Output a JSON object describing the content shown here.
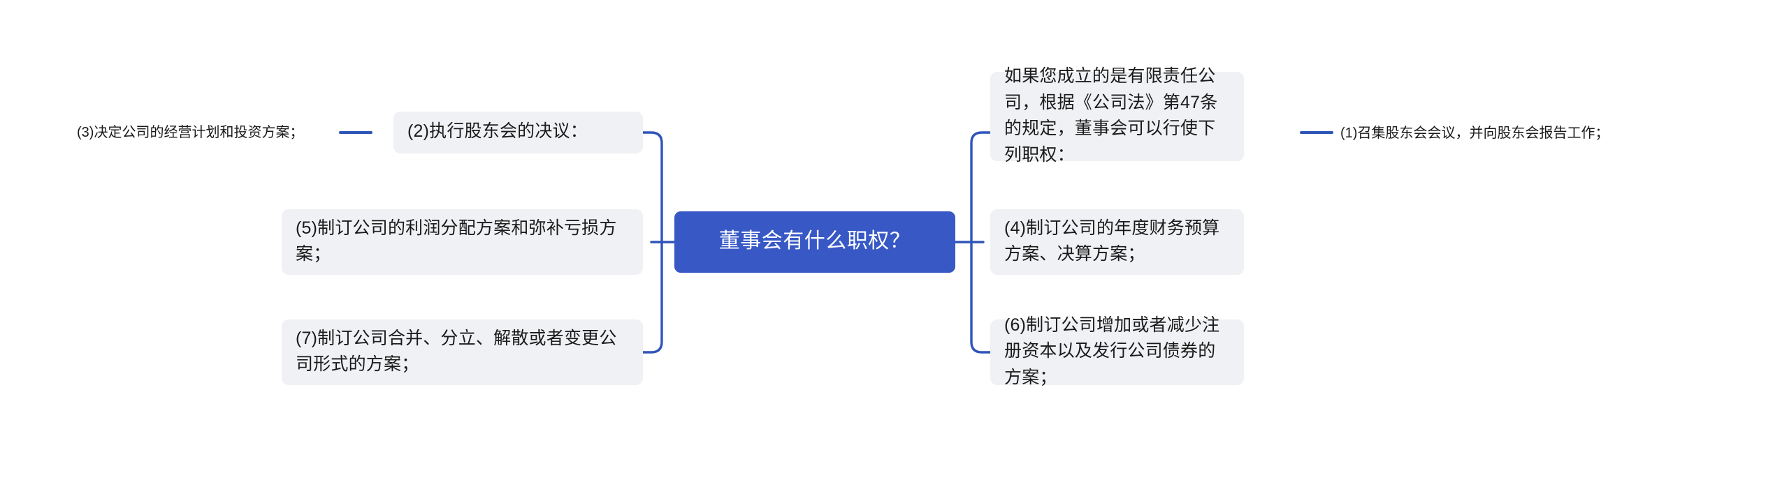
{
  "diagram": {
    "type": "mind-map",
    "title": "董事会有什么职权？",
    "orientation": "horizontal-bidirectional",
    "colors": {
      "root_fill": "#3758c5",
      "root_text": "#ffffff",
      "branch_fill": "#eff1f4",
      "branch_text": "#1a1a1a",
      "connector": "#2f55b8",
      "canvas": "#ffffff"
    },
    "root": {
      "label": "董事会有什么职权？"
    },
    "left_branches": [
      {
        "id": "left-1",
        "label": "(2)执行股东会的决议：",
        "children": [
          {
            "id": "left-1-leaf",
            "label": "(3)决定公司的经营计划和投资方案；"
          }
        ]
      },
      {
        "id": "left-2",
        "label": "(5)制订公司的利润分配方案和弥补亏损方案；",
        "children": []
      },
      {
        "id": "left-3",
        "label": "(7)制订公司合并、分立、解散或者变更公司形式的方案；",
        "children": []
      }
    ],
    "right_branches": [
      {
        "id": "right-1",
        "label": "如果您成立的是有限责任公司，根据《公司法》第47条的规定，董事会可以行使下列职权：",
        "children": [
          {
            "id": "right-1-leaf",
            "label": "(1)召集股东会会议，并向股东会报告工作；"
          }
        ]
      },
      {
        "id": "right-2",
        "label": "(4)制订公司的年度财务预算方案、决算方案；",
        "children": []
      },
      {
        "id": "right-3",
        "label": "(6)制订公司增加或者减少注册资本以及发行公司债券的方案；",
        "children": []
      }
    ]
  }
}
